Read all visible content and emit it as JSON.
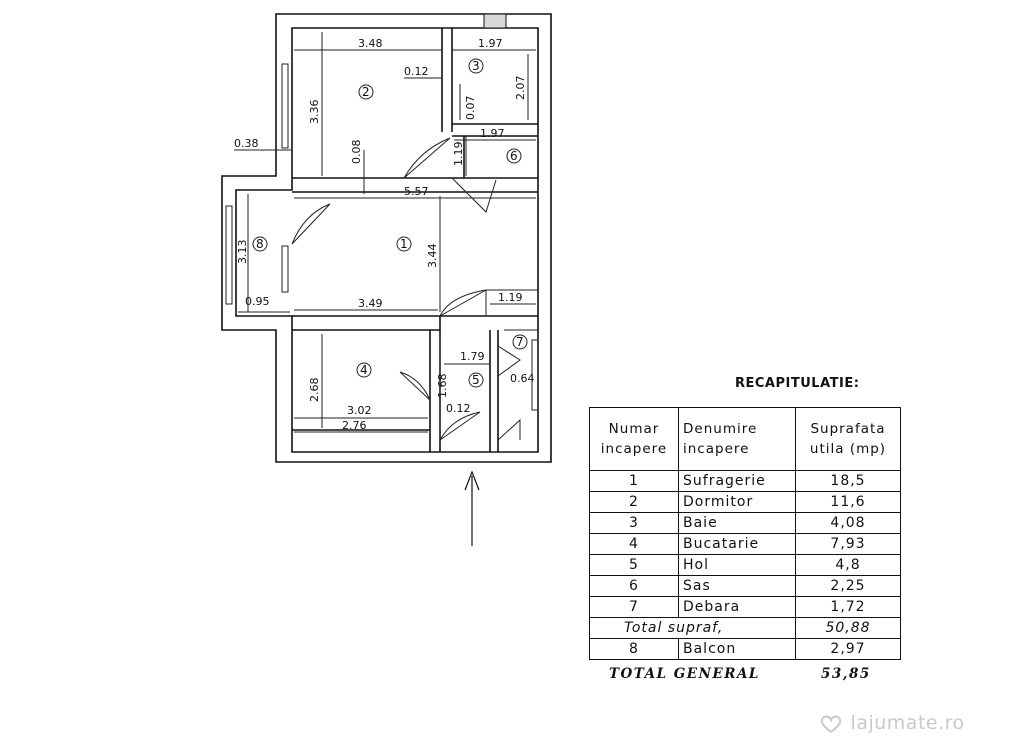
{
  "plan": {
    "dimensions": [
      "3.48",
      "1.97",
      "0.12",
      "2.07",
      "3.36",
      "0.07",
      "1.97",
      "0.38",
      "0.08",
      "1.19",
      "5.57",
      "3.13",
      "3.44",
      "0.95",
      "3.49",
      "1.19",
      "1.79",
      "2.68",
      "1.68",
      "0.64",
      "3.02",
      "0.12",
      "2.76"
    ],
    "room_numbers": [
      "1",
      "2",
      "3",
      "4",
      "5",
      "6",
      "7",
      "8"
    ]
  },
  "recap": {
    "title": "RECAPITULATIE:",
    "headers": [
      "Numar incapere",
      "Denumire incapere",
      "Suprafata utila (mp)"
    ],
    "rows": [
      {
        "nr": "1",
        "name": "Sufragerie",
        "area": "18,5"
      },
      {
        "nr": "2",
        "name": "Dormitor",
        "area": "11,6"
      },
      {
        "nr": "3",
        "name": "Baie",
        "area": "4,08"
      },
      {
        "nr": "4",
        "name": "Bucatarie",
        "area": "7,93"
      },
      {
        "nr": "5",
        "name": "Hol",
        "area": "4,8"
      },
      {
        "nr": "6",
        "name": "Sas",
        "area": "2,25"
      },
      {
        "nr": "7",
        "name": "Debara",
        "area": "1,72"
      },
      {
        "nr": "",
        "name": "Total supraf,",
        "area": "50,88"
      },
      {
        "nr": "8",
        "name": "Balcon",
        "area": "2,97"
      }
    ],
    "total_general_label": "TOTAL GENERAL",
    "total_general_value": "53,85"
  },
  "watermark": {
    "text": "lajumate.ro",
    "icon": "heart-icon"
  }
}
